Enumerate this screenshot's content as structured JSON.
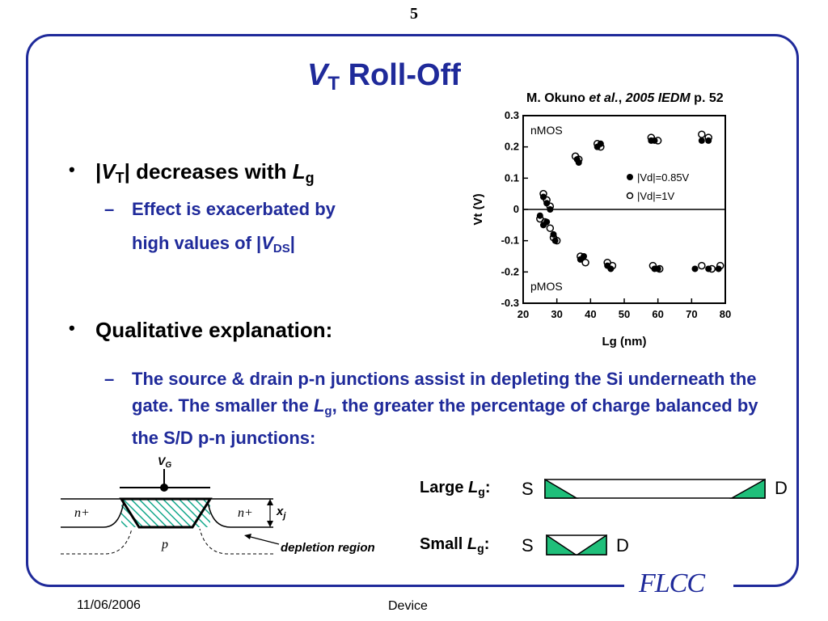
{
  "page_number": "5",
  "title": {
    "symbol": "V",
    "subscript": "T",
    "text": "Roll-Off"
  },
  "citation": {
    "author": "M. Okuno ",
    "etal": "et al.",
    "sep": ", ",
    "venue": "2005 IEDM",
    "page": " p. 52"
  },
  "bullets": [
    {
      "prefix": "|",
      "symbol": "V",
      "subscript": "T",
      "middle": "| decreases with ",
      "symbol2": "L",
      "subscript2": "g",
      "sub_items": [
        {
          "text": "Effect is exacerbated by"
        },
        {
          "text": "high values of |",
          "symbol": "V",
          "subscript": "DS",
          "suffix": "|"
        }
      ]
    },
    {
      "text": "Qualitative explanation:",
      "sub_items": [
        {
          "part1": "The source & drain p-n junctions assist in depleting the Si underneath the gate.  The smaller the ",
          "symbol": "L",
          "subscript": "g",
          "part2": ", the greater the percentage of charge balanced by the S/D p-n junctions:"
        }
      ]
    }
  ],
  "chart_data": {
    "type": "scatter",
    "xlabel": "Lg (nm)",
    "ylabel": "Vt (V)",
    "xlim": [
      20,
      80
    ],
    "ylim": [
      -0.3,
      0.3
    ],
    "xticks": [
      "20",
      "30",
      "40",
      "50",
      "60",
      "70",
      "80"
    ],
    "yticks": [
      "0.3",
      "0.2",
      "0.1",
      "0",
      "-0.1",
      "-0.2",
      "-0.3"
    ],
    "annotations": [
      "nMOS",
      "pMOS"
    ],
    "legend_placement": "right",
    "grid": false,
    "series": [
      {
        "name": "|Vd|=0.85V",
        "marker": "filled-circle",
        "points": [
          [
            26,
            0.04
          ],
          [
            27,
            0.02
          ],
          [
            28,
            0.0
          ],
          [
            36,
            0.16
          ],
          [
            36.5,
            0.15
          ],
          [
            42,
            0.2
          ],
          [
            43,
            0.21
          ],
          [
            58,
            0.22
          ],
          [
            59,
            0.22
          ],
          [
            73,
            0.22
          ],
          [
            75,
            0.22
          ],
          [
            25,
            -0.02
          ],
          [
            26,
            -0.05
          ],
          [
            27,
            -0.04
          ],
          [
            29,
            -0.08
          ],
          [
            29.5,
            -0.1
          ],
          [
            37,
            -0.16
          ],
          [
            38,
            -0.15
          ],
          [
            45,
            -0.18
          ],
          [
            46,
            -0.19
          ],
          [
            59,
            -0.19
          ],
          [
            60,
            -0.19
          ],
          [
            71,
            -0.19
          ],
          [
            75,
            -0.19
          ],
          [
            78,
            -0.19
          ]
        ]
      },
      {
        "name": "|Vd|=1V",
        "marker": "open-circle",
        "points": [
          [
            26,
            0.05
          ],
          [
            27,
            0.03
          ],
          [
            28,
            0.01
          ],
          [
            35.5,
            0.17
          ],
          [
            36.5,
            0.16
          ],
          [
            42,
            0.21
          ],
          [
            43,
            0.2
          ],
          [
            58,
            0.23
          ],
          [
            60,
            0.22
          ],
          [
            73,
            0.24
          ],
          [
            75,
            0.23
          ],
          [
            25,
            -0.03
          ],
          [
            26.5,
            -0.04
          ],
          [
            28,
            -0.06
          ],
          [
            29,
            -0.09
          ],
          [
            30,
            -0.1
          ],
          [
            37,
            -0.15
          ],
          [
            38.5,
            -0.17
          ],
          [
            45,
            -0.17
          ],
          [
            46.5,
            -0.18
          ],
          [
            58.5,
            -0.18
          ],
          [
            60.5,
            -0.19
          ],
          [
            73,
            -0.18
          ],
          [
            76,
            -0.19
          ],
          [
            78.5,
            -0.18
          ]
        ]
      }
    ]
  },
  "diagram": {
    "gate_label": {
      "symbol": "V",
      "subscript": "G"
    },
    "left_junction": "n+",
    "right_junction": "n+",
    "substrate": "p",
    "depth_label": {
      "symbol": "x",
      "subscript": "j"
    },
    "depletion_label": "depletion region"
  },
  "comparison": {
    "large": {
      "word": "Large ",
      "symbol": "L",
      "subscript": "g",
      "colon": ":",
      "source": "S",
      "drain": "D"
    },
    "small": {
      "word": "Small ",
      "symbol": "L",
      "subscript": "g",
      "colon": ":",
      "source": "S",
      "drain": "D"
    }
  },
  "colors": {
    "frame_blue": "#1f2a9a",
    "depletion_green": "#1fbf7a",
    "hatch_teal": "#15a88c"
  },
  "footer": {
    "date": "11/06/2006",
    "label": "Device",
    "logo_text": "FLCC"
  }
}
